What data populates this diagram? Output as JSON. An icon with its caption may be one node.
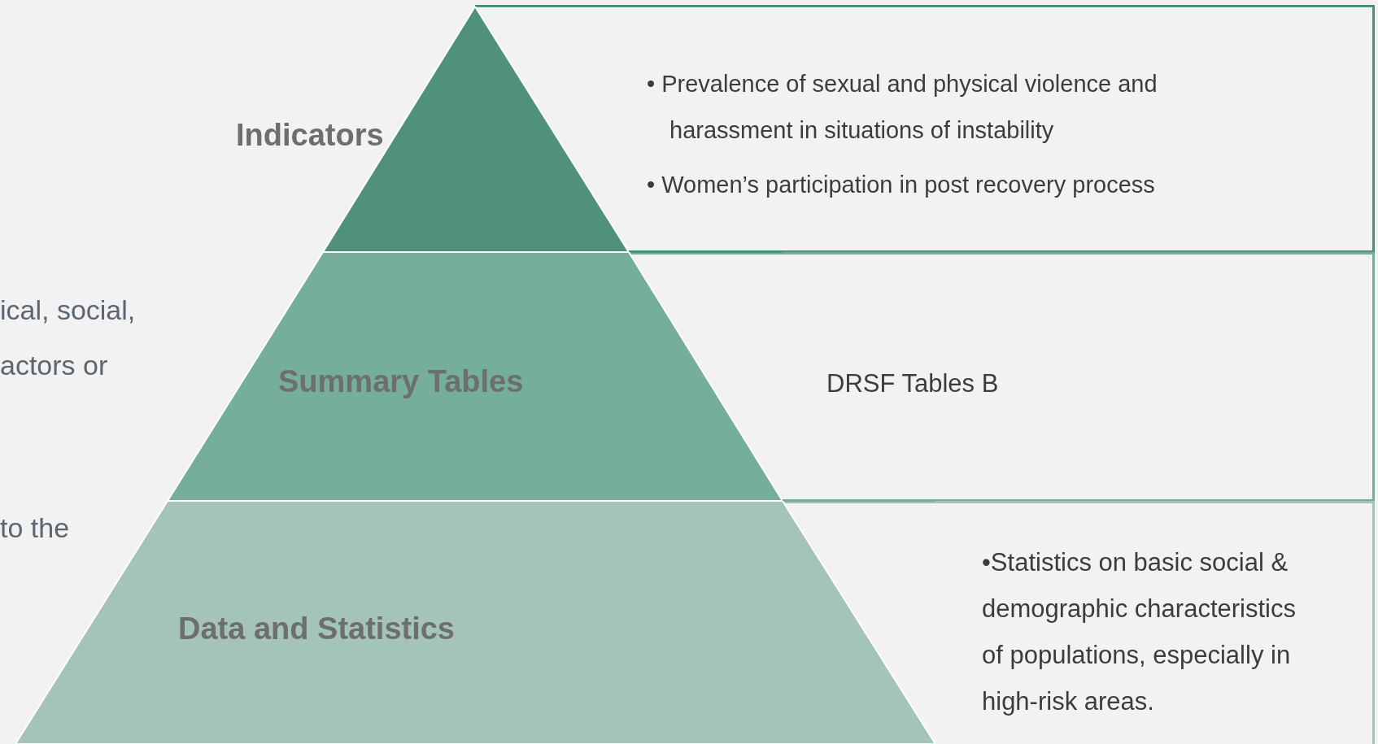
{
  "diagram": {
    "nodes": [
      {
        "text": [
          "Indicators"
        ]
      },
      {
        "text": [
          "Summary Tables"
        ]
      },
      {
        "text": [
          "Data and Statistics"
        ]
      },
      {
        "text": [
          "• Prevalence of sexual and physical violence and harassment in situations of instability",
          "• Women’s participation in post recovery process"
        ]
      },
      {
        "text": [
          "DRSF Tables B"
        ]
      },
      {
        "text": [
          "•Statistics on basic social & demographic characteristics of populations, especially in high-risk areas."
        ]
      }
    ],
    "labels": [
      "ical, social,",
      "actors or",
      "to the"
    ]
  }
}
